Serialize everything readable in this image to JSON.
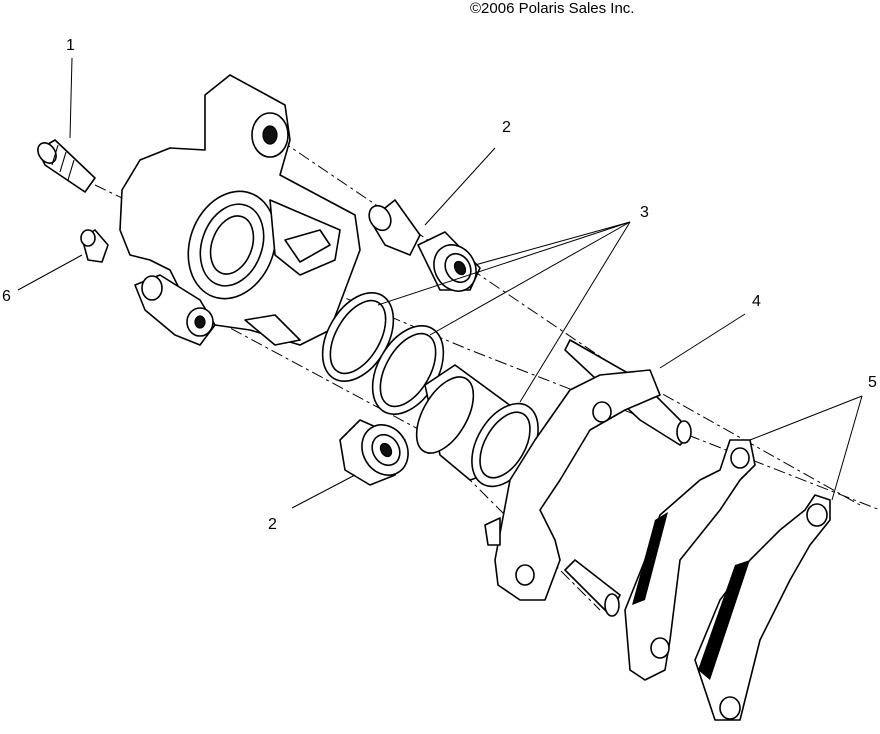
{
  "copyright": "©2006 Polaris Sales Inc.",
  "callouts": {
    "c1": "1",
    "c2_top": "2",
    "c2_bottom": "2",
    "c3": "3",
    "c4": "4",
    "c5": "5",
    "c6": "6"
  }
}
